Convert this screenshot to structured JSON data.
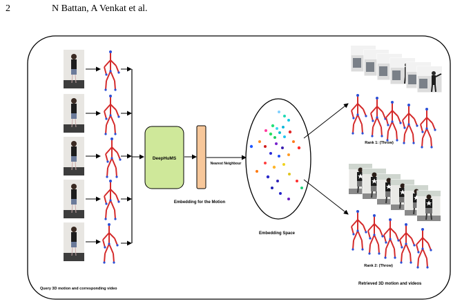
{
  "header": {
    "page_number": "2",
    "authors": "N Battan, A Venkat et al."
  },
  "figure": {
    "query_caption": "Query 3D motion and corresponding video",
    "model_label": "DeepHuMS",
    "embedding_label": "Embedding for the Motion",
    "nn_label": "Nearest Neighbour",
    "space_label": "Embedding Space",
    "rank1_label": "Rank 1: (Throw)",
    "rank2_label": "Rank 2: (Throw)",
    "retrieved_caption": "Retrieved 3D motion and videos"
  },
  "colors": {
    "model_fill": "#cfe89a",
    "embedding_fill": "#f7c79a",
    "skeleton_bone": "#d42a2a",
    "skeleton_joint": "#2c4fd6",
    "photo_wall": "#e8e6e2",
    "photo_floor": "#3d3d3d"
  }
}
